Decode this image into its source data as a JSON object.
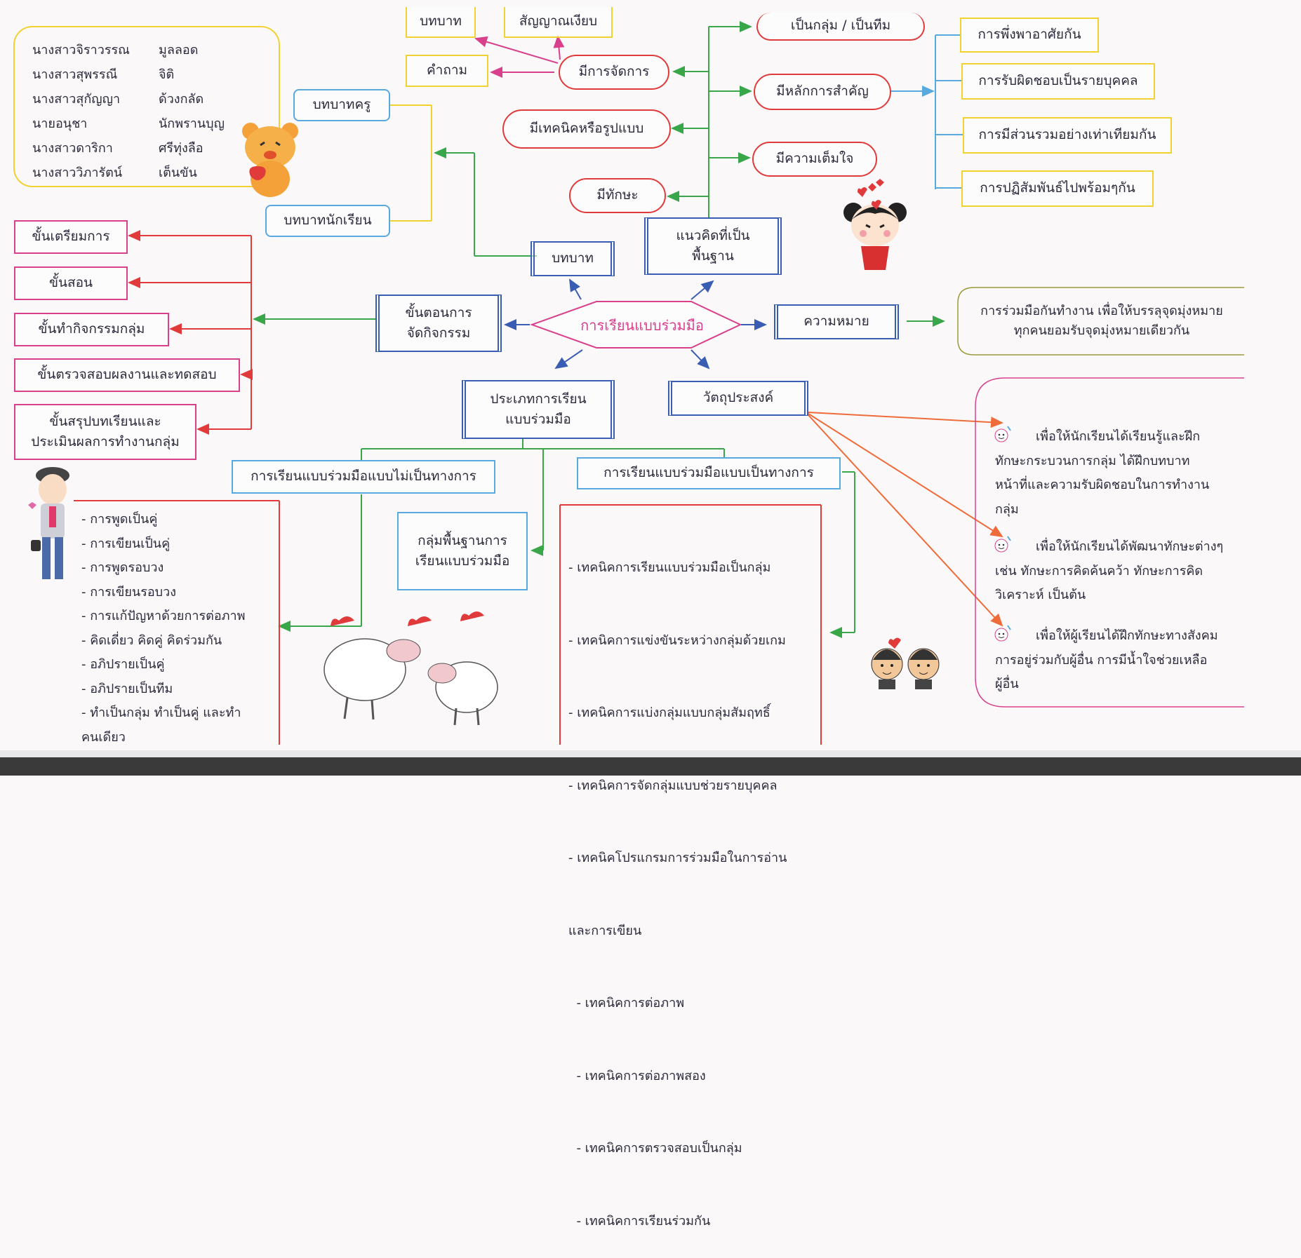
{
  "center": "การเรียนแบบร่วมมือ",
  "main": {
    "meaning": "ความหมาย",
    "meaning_text": [
      "การร่วมมือกันทำงาน  เพื่อให้บรรลุจุดมุ่งหมาย",
      "ทุกคนยอมรับจุดมุ่งหมายเดียวกัน"
    ],
    "concept": [
      "แนวคิดที่เป็น",
      "พื้นฐาน"
    ],
    "role": "บทบาท",
    "steps": [
      "ขั้นตอนการ",
      "จัดกิจกรรม"
    ],
    "types": [
      "ประเภทการเรียน",
      "แบบร่วมมือ"
    ],
    "objectives": "วัตถุประสงค์"
  },
  "members": [
    {
      "first": "นางสาวจิราวรรณ",
      "last": "มูลลอด"
    },
    {
      "first": "นางสาวสุพรรณี",
      "last": "จิติ"
    },
    {
      "first": "นางสาวสุกัญญา",
      "last": "ด้วงกลัด"
    },
    {
      "first": "นายอนุชา",
      "last": "นักพรานบุญ"
    },
    {
      "first": "นางสาวดาริกา",
      "last": "ศรีทุ่งลือ"
    },
    {
      "first": "นางสาววิภารัตน์",
      "last": "เต็นขัน"
    }
  ],
  "roles": {
    "teacher": "บทบาทครู",
    "student": "บทบาทนักเรียน"
  },
  "concept_items": [
    "มีการจัดการ",
    "มีเทคนิคหรือรูปแบบ",
    "มีทักษะ",
    "เป็นกลุ่ม / เป็นทีม",
    "มีหลักการสำคัญ",
    "มีความเต็มใจ"
  ],
  "management_items": [
    "บทบาท",
    "สัญญาณเงียบ",
    "คำถาม"
  ],
  "principles": [
    "การพึ่งพาอาศัยกัน",
    "การรับผิดชอบเป็นรายบุคคล",
    "การมีส่วนรวมอย่างเท่าเทียมกัน",
    "การปฏิสัมพันธ์ไปพร้อมๆกัน"
  ],
  "steps_list": [
    "ขั้นเตรียมการ",
    "ขั้นสอน",
    "ขั้นทำกิจกรรมกลุ่ม",
    "ขั้นตรวจสอบผลงานและทดสอบ",
    [
      "ขั้นสรุปบทเรียนและ",
      "ประเมินผลการทำงานกลุ่ม"
    ]
  ],
  "type_branches": {
    "informal": "การเรียนแบบร่วมมือแบบไม่เป็นทางการ",
    "basic": [
      "กลุ่มพื้นฐานการ",
      "เรียนแบบร่วมมือ"
    ],
    "formal": "การเรียนแบบร่วมมือแบบเป็นทางการ"
  },
  "informal_list": [
    "- การพูดเป็นคู่",
    "- การเขียนเป็นคู่",
    "- การพูดรอบวง",
    "- การเขียนรอบวง",
    "- การแก้ปัญหาด้วยการต่อภาพ",
    "- คิดเดี่ยว  คิดคู่  คิดร่วมกัน",
    "- อภิปรายเป็นคู่",
    "- อภิปรายเป็นทีม",
    "- ทำเป็นกลุ่ม  ทำเป็นคู่  และทำ",
    "คนเดียว"
  ],
  "formal_list": [
    "- เทคนิคการเรียนแบบร่วมมือเป็นกลุ่ม",
    "- เทคนิคการแข่งขันระหว่างกลุ่มด้วยเกม",
    "- เทคนิคการแบ่งกลุ่มแบบกลุ่มสัมฤทธิ์",
    "- เทคนิคการจัดกลุ่มแบบช่วยรายบุคคล",
    "- เทคนิคโปรแกรมการร่วมมือในการอ่าน",
    "และการเขียน",
    "  - เทคนิคการต่อภาพ",
    "  - เทคนิคการต่อภาพสอง",
    "  - เทคนิคการตรวจสอบเป็นกลุ่ม",
    "  - เทคนิคการเรียนร่วมกัน"
  ],
  "objective_list": [
    [
      "เพื่อให้นักเรียนได้เรียนรู้และฝึก",
      "ทักษะกระบวนการกลุ่ม  ได้ฝึกบทบาท",
      "หน้าที่และความรับผิดชอบในการทำงาน",
      "กลุ่ม"
    ],
    [
      "เพื่อให้นักเรียนได้พัฒนาทักษะต่างๆ",
      "เช่น  ทักษะการคิดค้นคว้า  ทักษะการคิด",
      "วิเคราะห์  เป็นต้น"
    ],
    [
      "เพื่อให้ผู้เรียนได้ฝึกทักษะทางสังคม",
      "การอยู่ร่วมกับผู้อื่น  การมีน้ำใจช่วยเหลือ",
      "ผู้อื่น"
    ]
  ],
  "colors": {
    "blue": "#3a5db4",
    "pink": "#d9408c",
    "red": "#e03a3a",
    "green": "#3aa64a",
    "orange": "#ef6c3a",
    "yellow": "#f2d233",
    "cyan": "#58a9e0",
    "olive": "#9a9a3a",
    "purple": "#6a4aa0"
  }
}
